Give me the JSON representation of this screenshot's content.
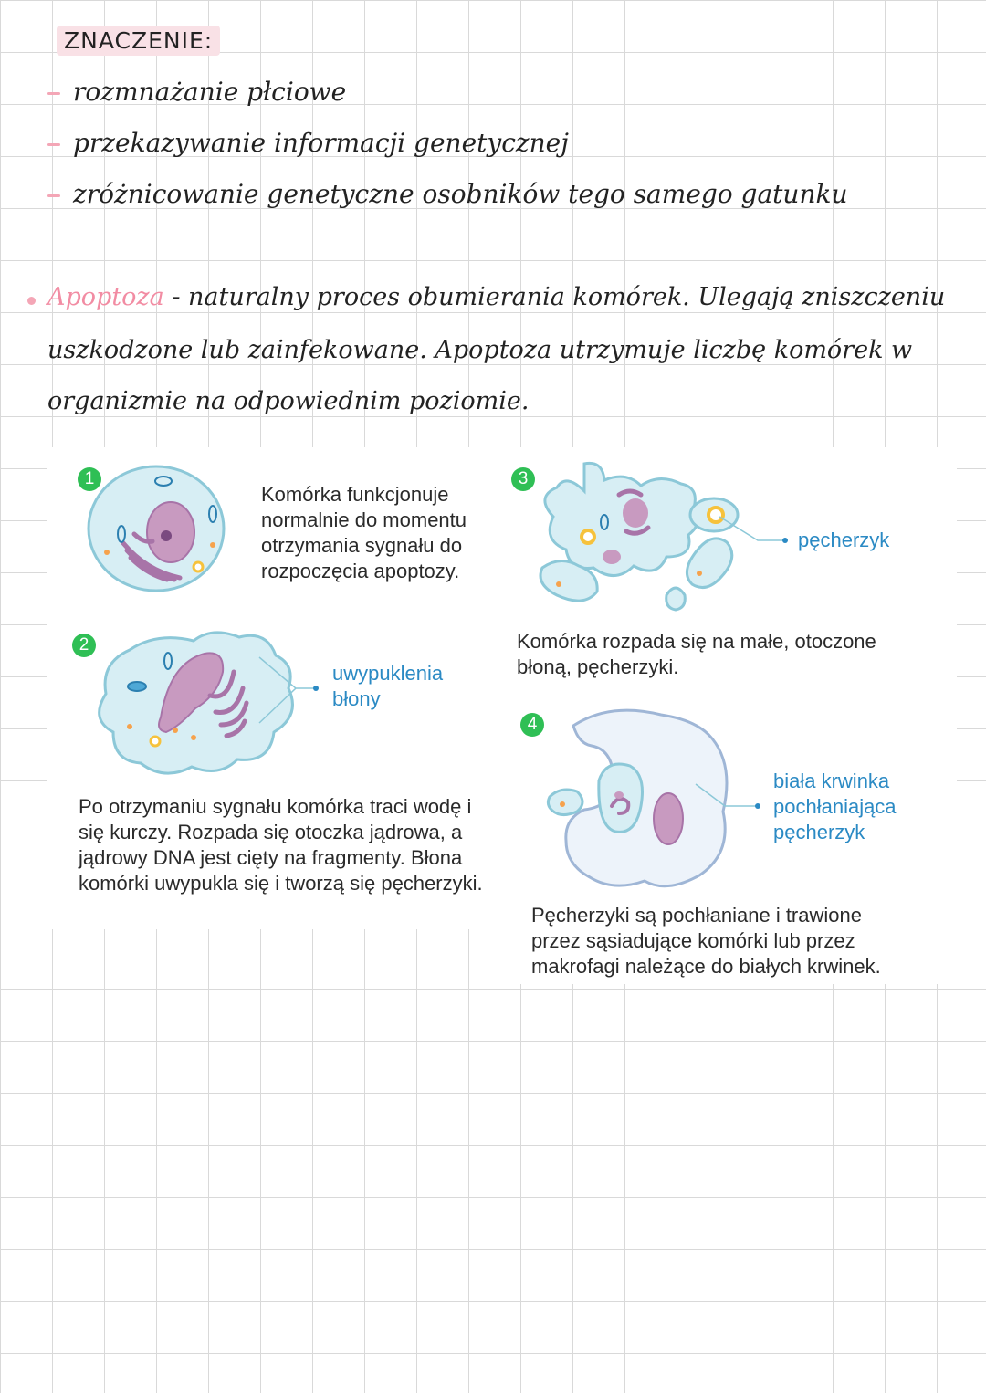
{
  "notes": {
    "heading": "ZNACZENIE:",
    "items": [
      "rozmnażanie płciowe",
      "przekazywanie informacji genetycznej",
      "zróżnicowanie genetyczne osobników tego samego gatunku"
    ],
    "apoptosis_term": "Apoptoza",
    "apoptosis_line1": " - naturalny proces obumierania komórek. Ulegają zniszczeniu",
    "apoptosis_line2": "uszkodzone lub zainfekowane. Apoptoza utrzymuje liczbę komórek w",
    "apoptosis_line3": "organizmie na odpowiednim poziomie."
  },
  "diagram": {
    "steps": [
      {
        "number": "1",
        "text": "Komórka funkcjonuje normalnie do momentu otrzymania sygnału do rozpoczęcia apoptozy."
      },
      {
        "number": "2",
        "text": "Po otrzymaniu sygnału komórka traci wodę i się kurczy. Rozpada się otoczka jądrowa, a jądrowy DNA jest cięty na fragmenty. Błona komórki uwypukla się i tworzą się pęcherzyki.",
        "label_line1": "uwypuklenia",
        "label_line2": "błony"
      },
      {
        "number": "3",
        "text": "Komórka rozpada się na małe, otoczone błoną, pęcherzyki.",
        "label": "pęcherzyk"
      },
      {
        "number": "4",
        "text": "Pęcherzyki są pochłaniane i trawione przez sąsiadujące komórki lub przez makrofagi należące do białych krwinek.",
        "label_line1": "biała krwinka",
        "label_line2": "pochłaniająca",
        "label_line3": "pęcherzyk"
      }
    ],
    "colors": {
      "cell_fill": "#d7eef4",
      "cell_stroke": "#8cc8d8",
      "nucleus": "#c89ac0",
      "organelle": "#a874a8",
      "vesicle_yellow": "#f6c23c",
      "label_blue": "#2b8ac4",
      "step_green": "#2fbf55"
    }
  }
}
